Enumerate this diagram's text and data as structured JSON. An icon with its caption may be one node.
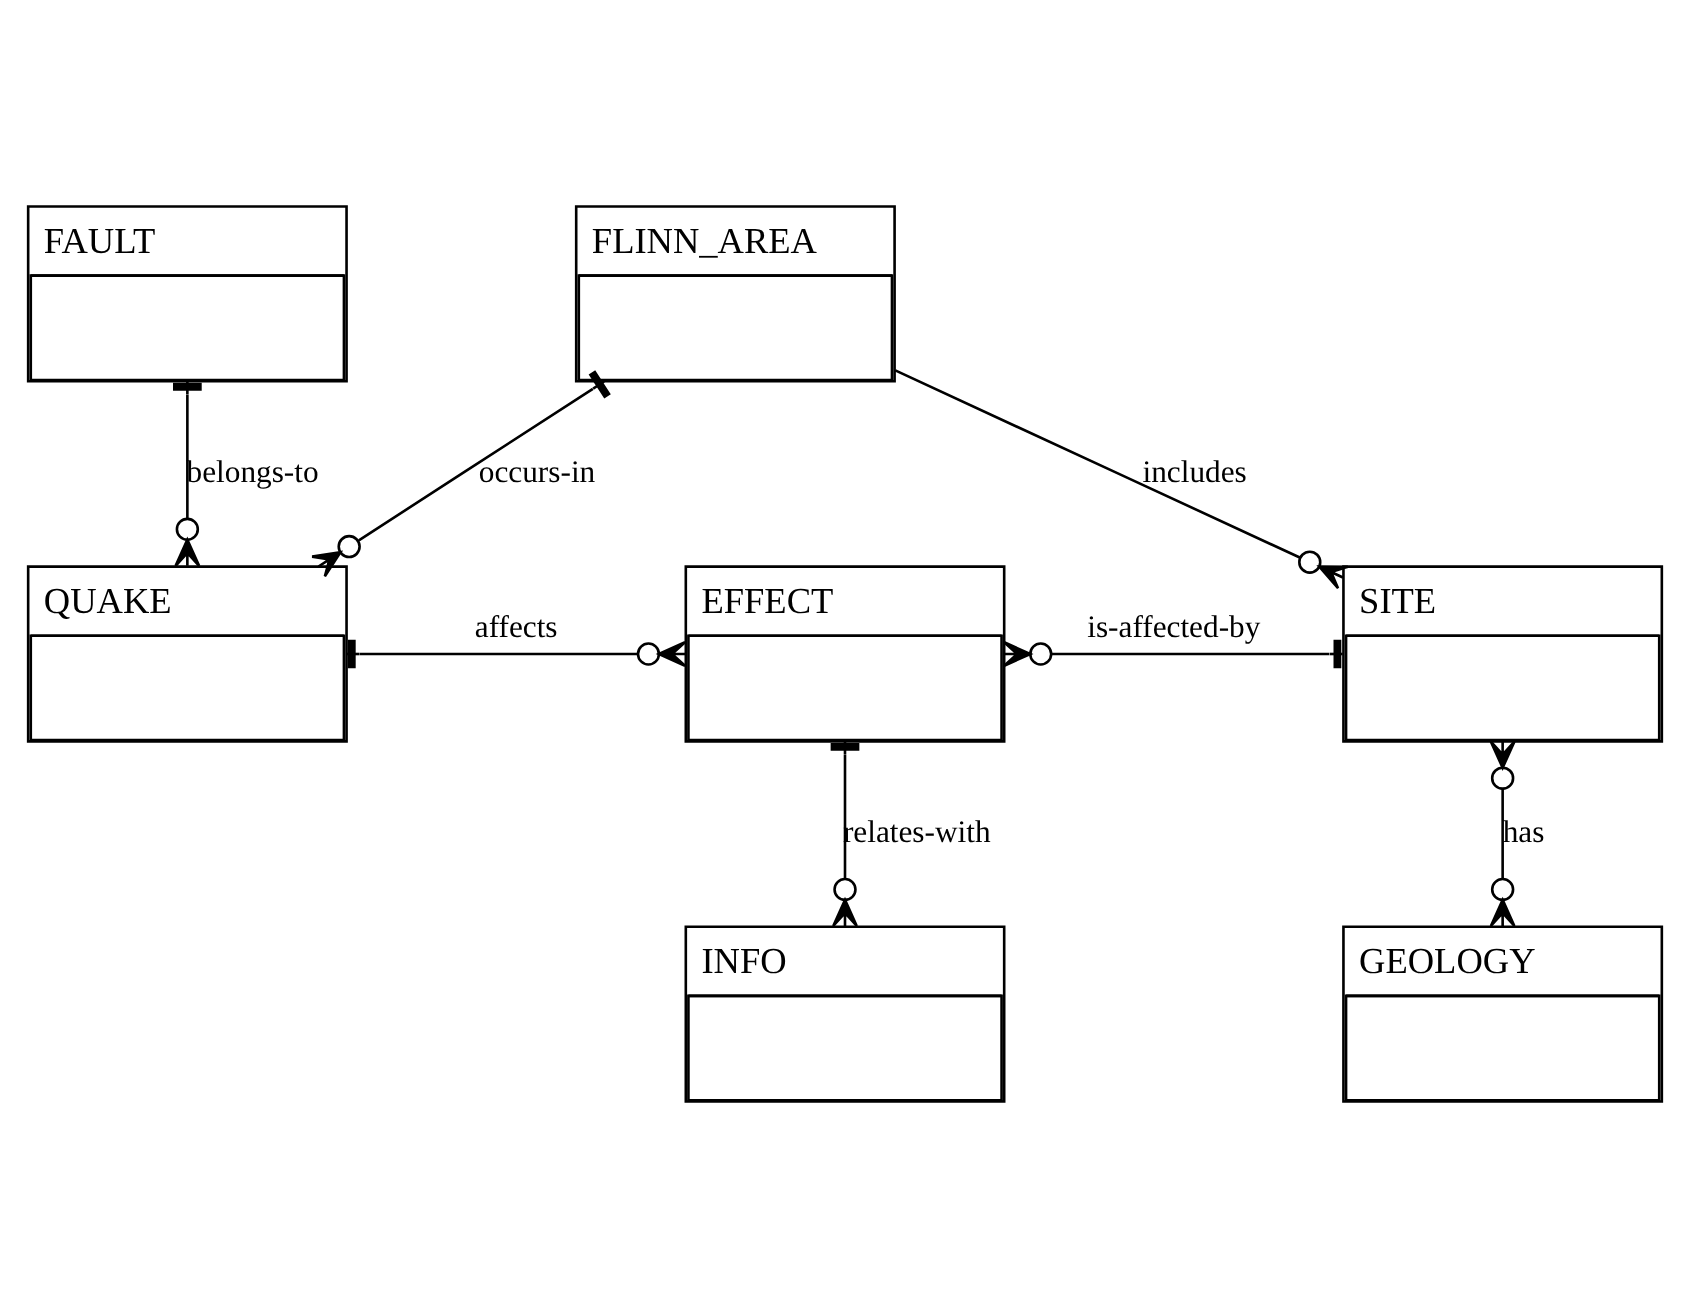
{
  "diagram": {
    "nodes": [
      {
        "text": [
          "FAULT"
        ]
      },
      {
        "text": [
          "FLINN_AREA"
        ]
      },
      {
        "text": [
          "QUAKE"
        ]
      },
      {
        "text": [
          "EFFECT"
        ]
      },
      {
        "text": [
          "SITE"
        ]
      },
      {
        "text": [
          "INFO"
        ]
      },
      {
        "text": [
          "GEOLOGY"
        ]
      }
    ],
    "edges": [
      {
        "from": 0,
        "to": 2,
        "arrow": "other",
        "label": "belongs-to"
      },
      {
        "from": 1,
        "to": 2,
        "arrow": "other",
        "label": "occurs-in"
      },
      {
        "from": 1,
        "to": 4,
        "arrow": "other",
        "label": "includes"
      },
      {
        "from": 2,
        "to": 3,
        "arrow": "other",
        "label": "affects"
      },
      {
        "from": 4,
        "to": 3,
        "arrow": "other",
        "label": "is-affected-by"
      },
      {
        "from": 3,
        "to": 5,
        "arrow": "other",
        "label": "relates-with"
      },
      {
        "from": 4,
        "to": 6,
        "arrow": "other",
        "label": "has"
      }
    ]
  }
}
